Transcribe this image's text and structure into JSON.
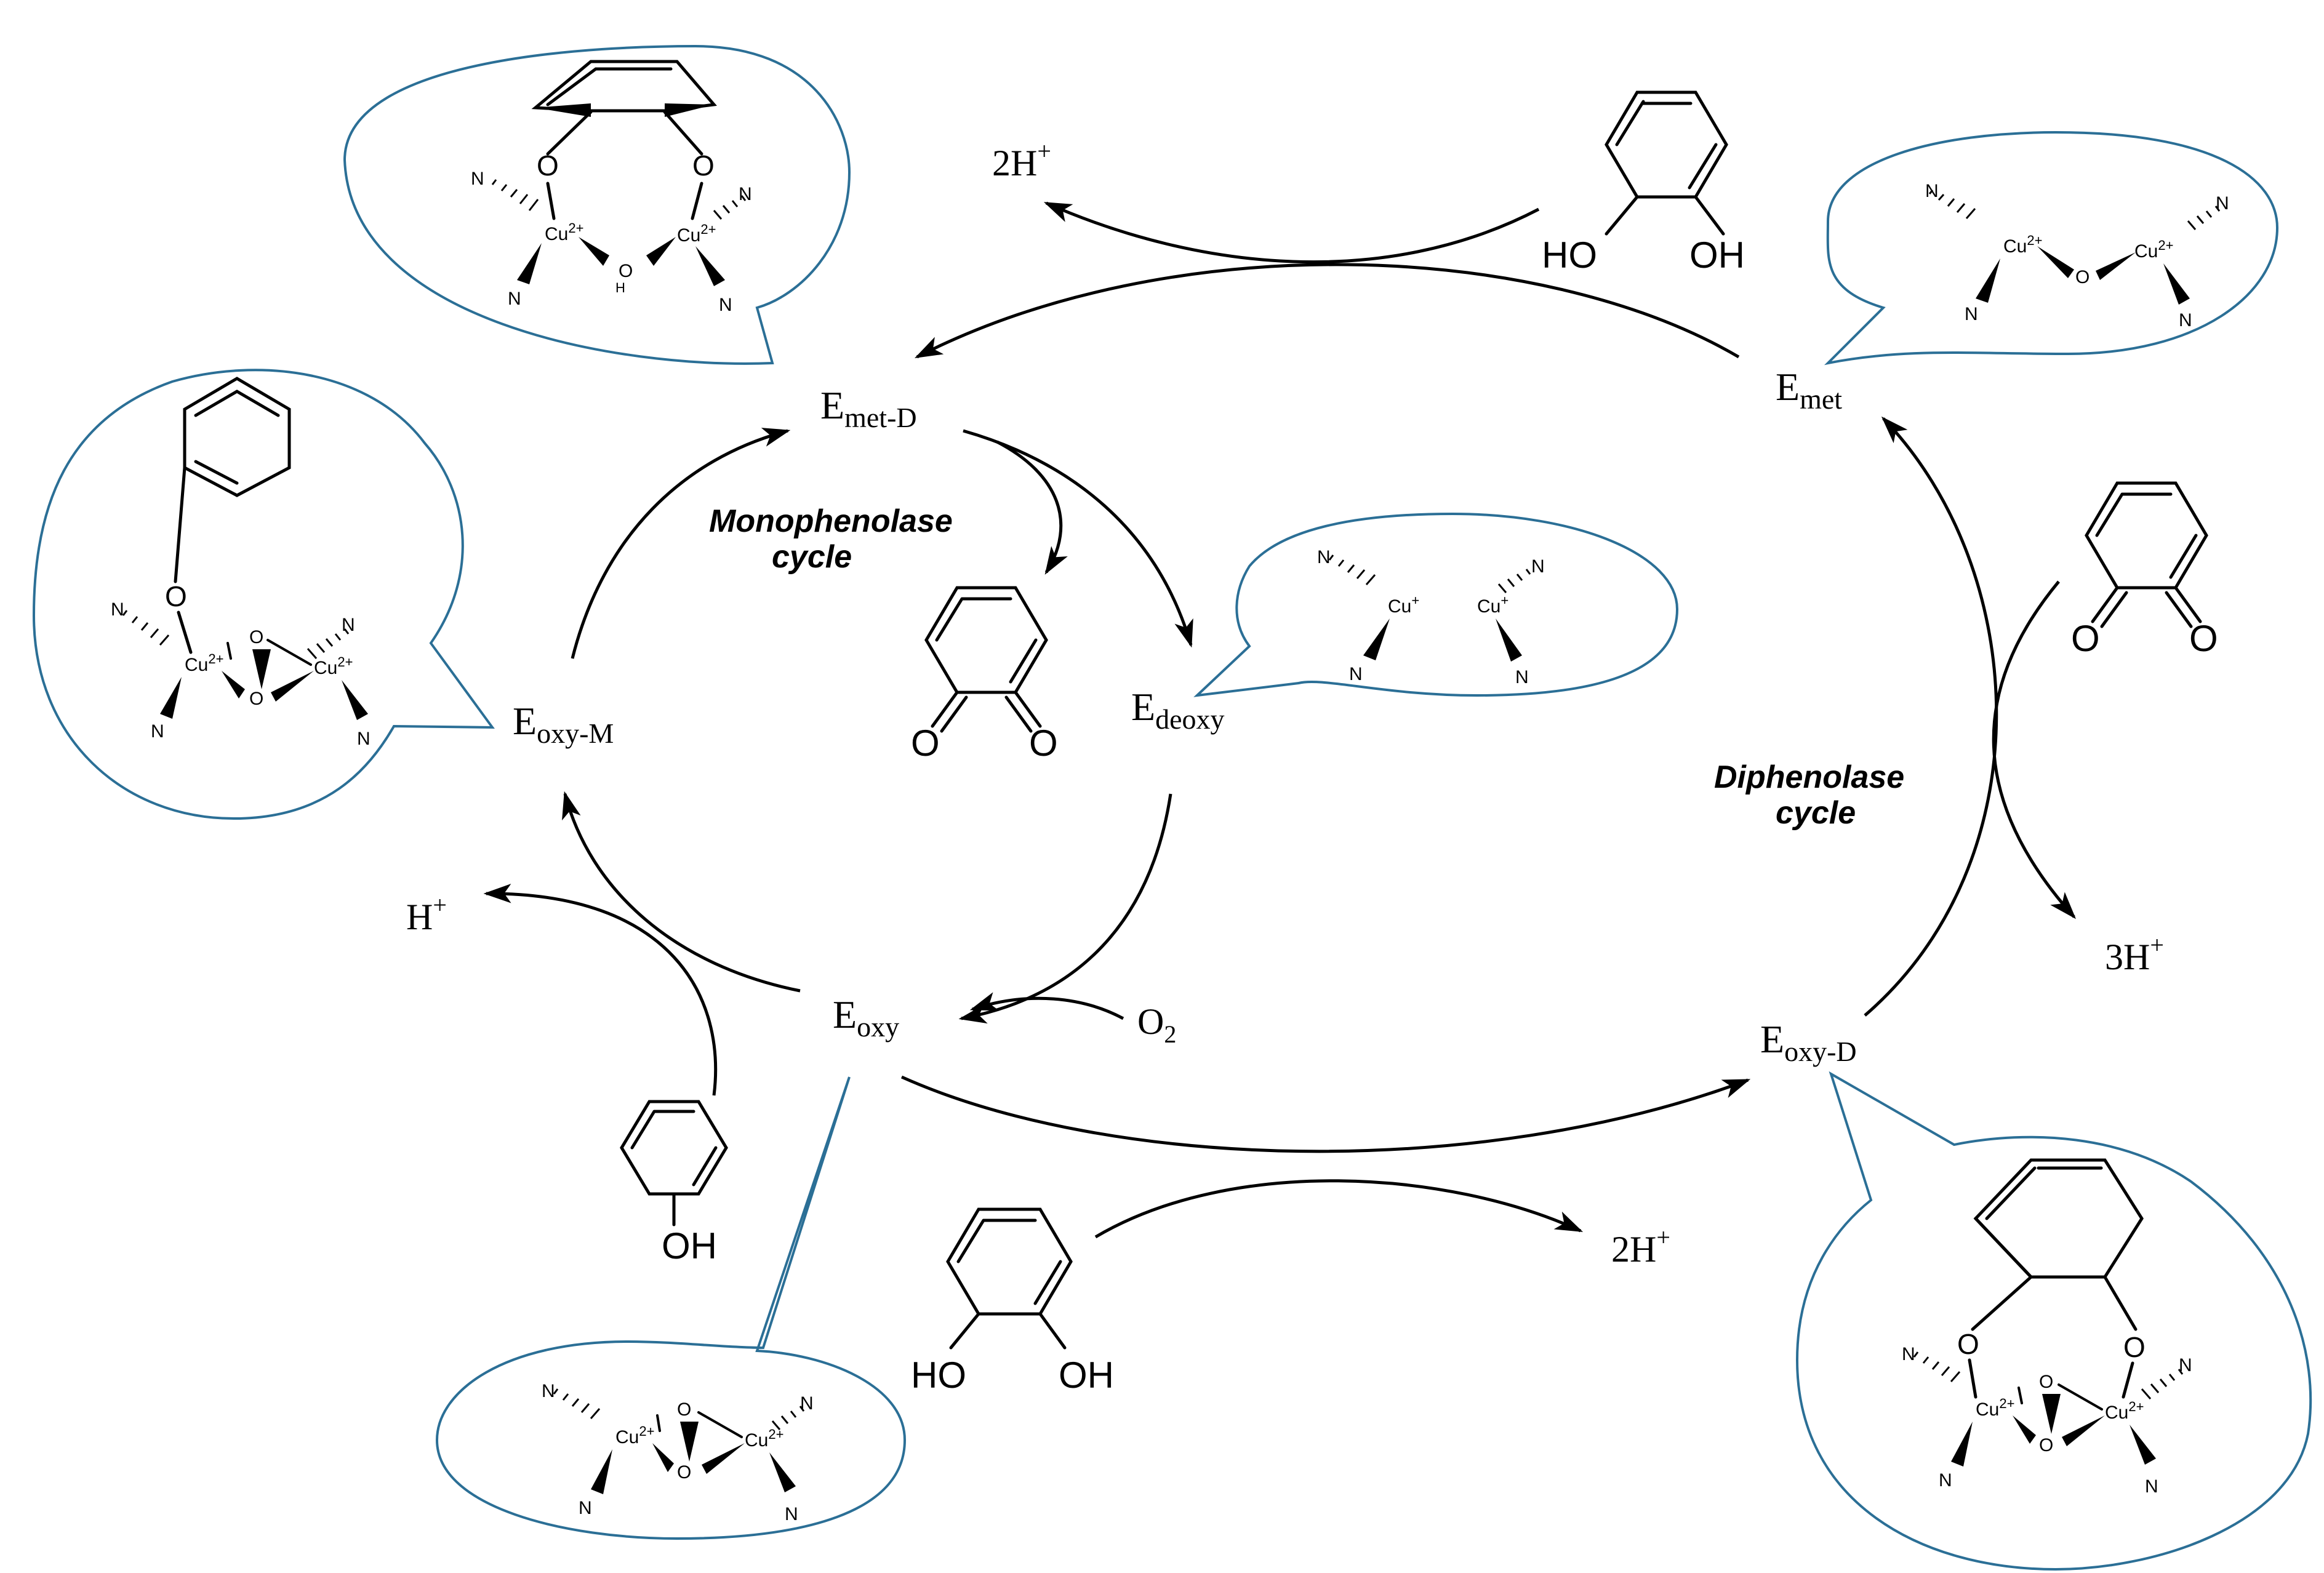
{
  "cycles": {
    "monophenolase": {
      "line1": "Monophenolase",
      "line2": "cycle"
    },
    "diphenolase": {
      "line1": "Diphenolase",
      "line2": "cycle"
    }
  },
  "states": {
    "e_met_d": {
      "base": "E",
      "sub": "met-D"
    },
    "e_met": {
      "base": "E",
      "sub": "met"
    },
    "e_deoxy": {
      "base": "E",
      "sub": "deoxy"
    },
    "e_oxy_m": {
      "base": "E",
      "sub": "oxy-M"
    },
    "e_oxy": {
      "base": "E",
      "sub": "oxy"
    },
    "e_oxy_d": {
      "base": "E",
      "sub": "oxy-D"
    }
  },
  "species": {
    "h2_top": {
      "base": "2H",
      "sup": "+"
    },
    "h2_bottom": {
      "base": "2H",
      "sup": "+"
    },
    "h3": {
      "base": "3H",
      "sup": "+"
    },
    "h1": {
      "base": "H",
      "sup": "+"
    },
    "o2": {
      "base": "O",
      "sub": "2"
    }
  },
  "atoms": {
    "hydroxyl": "HO",
    "hydroxyl_r": "OH",
    "oxygen": "O",
    "nitrogen": "N",
    "hydrogen": "H",
    "copper2": "Cu",
    "copper2_charge": "2+",
    "copper1": "Cu",
    "copper1_charge": "+"
  },
  "colors": {
    "bubble_outline": "#2b6f96",
    "ink": "#000000"
  }
}
